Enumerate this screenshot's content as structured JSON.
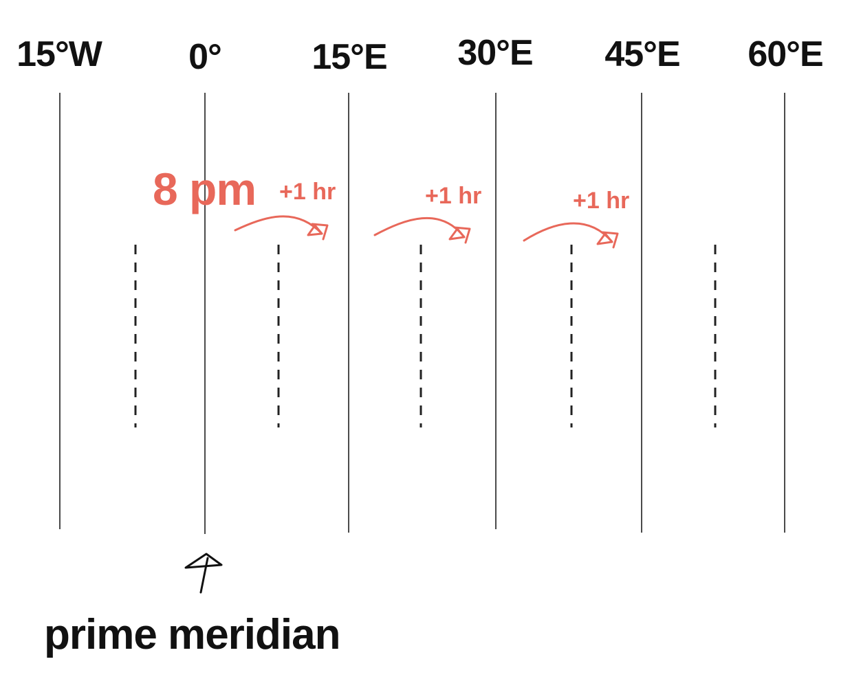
{
  "meridians": [
    {
      "label": "15°W"
    },
    {
      "label": "0°"
    },
    {
      "label": "15°E"
    },
    {
      "label": "30°E"
    },
    {
      "label": "45°E"
    },
    {
      "label": "60°E"
    }
  ],
  "start_time": "8 pm",
  "hops": [
    {
      "label": "+1 hr"
    },
    {
      "label": "+1 hr"
    },
    {
      "label": "+1 hr"
    }
  ],
  "caption": "prime meridian",
  "colors": {
    "accent": "#e8685a",
    "ink": "#111111",
    "line": "#4a4a4a"
  }
}
